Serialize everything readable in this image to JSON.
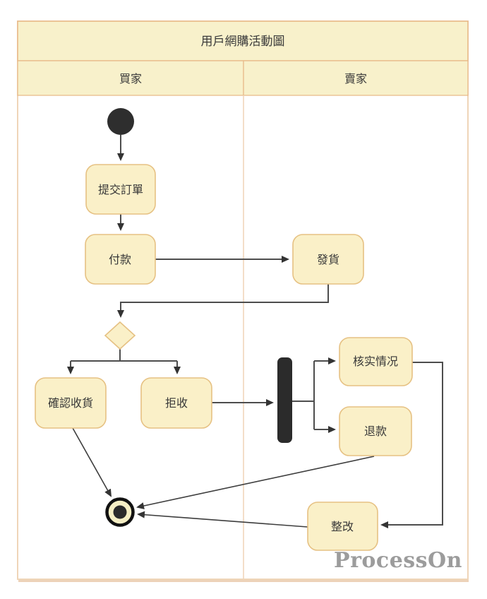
{
  "diagram": {
    "title": "用戶網購活動圖",
    "lanes": [
      {
        "label": "買家"
      },
      {
        "label": "賣家"
      }
    ],
    "nodes": {
      "submit_order": "提交訂單",
      "pay": "付款",
      "ship": "發貨",
      "confirm_receipt": "確認收貨",
      "reject": "拒收",
      "verify": "核实情况",
      "refund": "退款",
      "rectify": "整改"
    },
    "symbols": {
      "start": "start-node",
      "end": "end-node",
      "decision": "decision-diamond",
      "fork": "fork-bar"
    },
    "watermark": "ProcessOn",
    "colors": {
      "header_fill": "#F8F1CB",
      "pool_border": "#E9BC8C",
      "lane_divider": "#F0D6BA",
      "node_fill": "#FAF0C8",
      "node_border": "#E6C183",
      "edge": "#4D4D4D",
      "dark_shape": "#2B2B2B",
      "watermark_gray": "#9C9C9C"
    }
  }
}
